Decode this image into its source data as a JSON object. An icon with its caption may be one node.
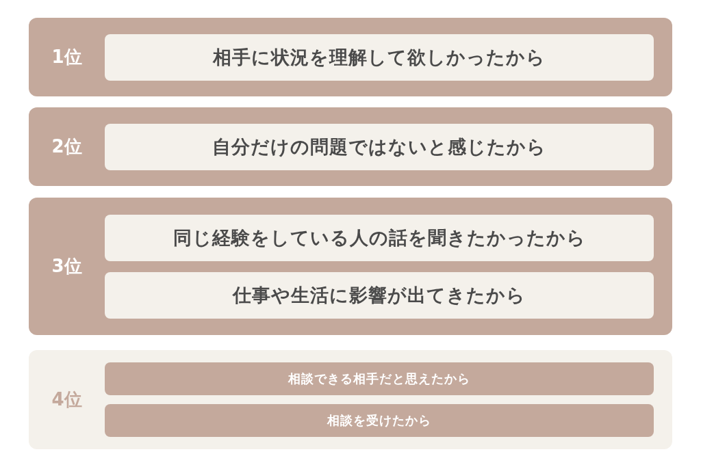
{
  "diagram": {
    "nodes": [
      {
        "text": [
          "1位"
        ]
      },
      {
        "text": [
          "相手に状況を理解して欲しかったから"
        ],
        "in": 0
      },
      {
        "text": [
          "2位"
        ]
      },
      {
        "text": [
          "自分だけの問題ではないと感じたから"
        ],
        "in": 2
      },
      {
        "text": [
          "3位"
        ]
      },
      {
        "text": [
          "同じ経験をしている人の話を聞きたかったから"
        ],
        "in": 4
      },
      {
        "text": [
          "仕事や生活に影響が出てきたから"
        ],
        "in": 4
      },
      {
        "text": [
          "4位"
        ]
      },
      {
        "text": [
          "相談できる相手だと思えたから"
        ],
        "in": 7
      },
      {
        "text": [
          "相談を受けたから"
        ],
        "in": 7
      }
    ]
  }
}
